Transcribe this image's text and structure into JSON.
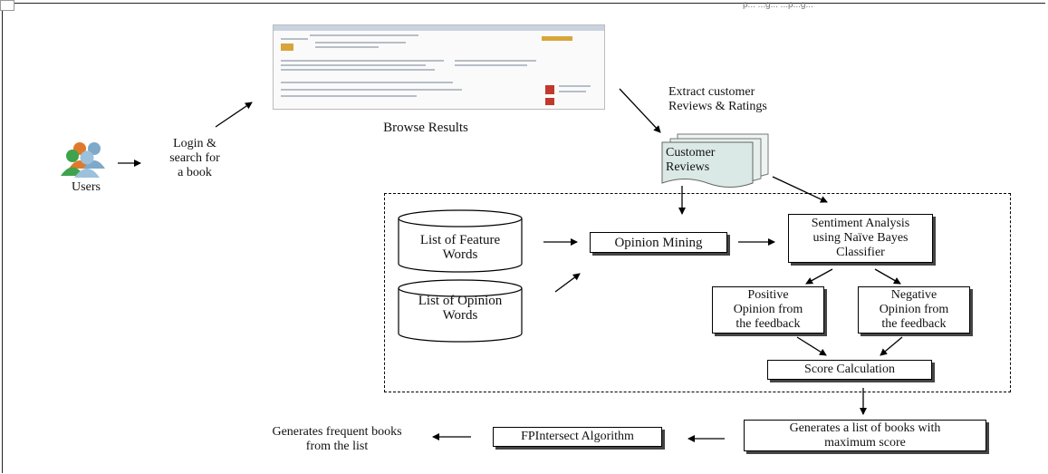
{
  "top_partial_text": "p... ...g... ...p...g...",
  "users": {
    "label": "Users"
  },
  "login_search": {
    "label": "Login &\nsearch for\na book"
  },
  "browse_results": {
    "label": "Browse Results"
  },
  "extract": {
    "label": "Extract customer\nReviews & Ratings"
  },
  "customer_reviews": {
    "label": "Customer\nReviews"
  },
  "feature_words": {
    "label": "List of Feature\nWords"
  },
  "opinion_words": {
    "label": "List of Opinion\nWords"
  },
  "opinion_mining": {
    "label": "Opinion Mining"
  },
  "sentiment": {
    "label": "Sentiment Analysis\nusing Naïve Bayes\nClassifier"
  },
  "positive": {
    "label": "Positive\nOpinion from\nthe feedback"
  },
  "negative": {
    "label": "Negative\nOpinion from\nthe feedback"
  },
  "score": {
    "label": "Score Calculation"
  },
  "generates_list": {
    "label": "Generates a list of books with\nmaximum score"
  },
  "fpintersect": {
    "label": "FPIntersect Algorithm"
  },
  "frequent": {
    "label": "Generates frequent books\nfrom the list"
  },
  "colors": {
    "user_green": "#3fa34d",
    "user_orange": "#e07a2b",
    "user_blue": "#7fa9c9",
    "doc_fill": "#dbe9e6"
  }
}
